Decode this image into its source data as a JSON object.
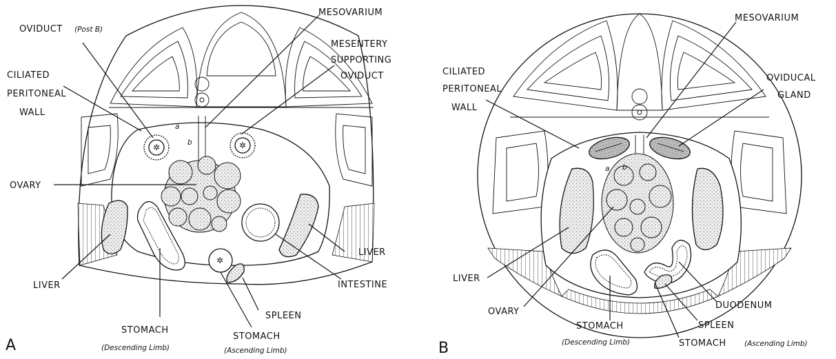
{
  "panel_a": {
    "panel_label": "A",
    "labels": {
      "oviduct": "OVIDUCT",
      "oviduct_note": "(Post B)",
      "mesovarium": "MESOVARIUM",
      "mesentery_1": "MESENTERY",
      "mesentery_2": "SUPPORTING",
      "mesentery_3": "OVIDUCT",
      "ciliated_1": "CILIATED",
      "ciliated_2": "PERITONEAL",
      "ciliated_3": "WALL",
      "ovary": "OVARY",
      "liver_left": "LIVER",
      "liver_right": "LIVER",
      "intestine": "INTESTINE",
      "spleen": "SPLEEN",
      "stomach_desc": "STOMACH",
      "stomach_desc_note": "(Descending Limb)",
      "stomach_asc": "STOMACH",
      "stomach_asc_note": "(Ascending Limb)",
      "small_a": "a",
      "small_b": "b"
    }
  },
  "panel_b": {
    "panel_label": "B",
    "labels": {
      "mesovarium": "MESOVARIUM",
      "oviducal_1": "OVIDUCAL",
      "oviducal_2": "GLAND",
      "ciliated_1": "CILIATED",
      "ciliated_2": "PERITONEAL",
      "ciliated_3": "WALL",
      "liver": "LIVER",
      "ovary": "OVARY",
      "stomach_desc": "STOMACH",
      "stomach_desc_note": "(Descending Limb)",
      "duodenum": "DUODENUM",
      "spleen": "SPLEEN",
      "stomach_asc": "STOMACH",
      "stomach_asc_note": "(Ascending Limb)",
      "small_a": "a",
      "small_b": "b"
    }
  }
}
